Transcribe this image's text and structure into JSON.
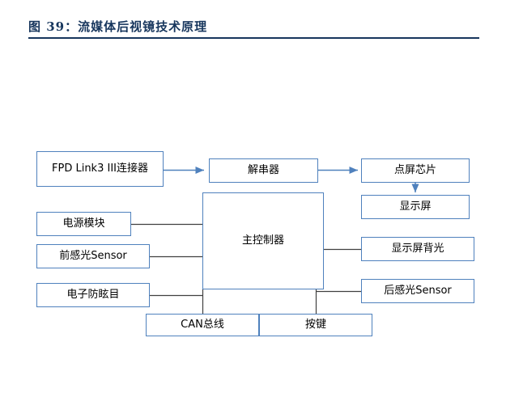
{
  "figure": {
    "title": "图 39：流媒体后视镜技术原理"
  },
  "diagram": {
    "boxes": {
      "fpd_connector": "FPD Link3 III连接器",
      "deserializer": "解串器",
      "screen_chip": "点屏芯片",
      "display": "显示屏",
      "power_module": "电源模块",
      "front_light_sensor": "前感光Sensor",
      "anti_glare": "电子防眩目",
      "main_controller": "主控制器",
      "display_backlight": "显示屏背光",
      "rear_light_sensor": "后感光Sensor",
      "can_bus": "CAN总线",
      "keys": "按键"
    },
    "colors": {
      "title": "#17365d",
      "box_border": "#4f81bd",
      "box_fill": "#ffffff",
      "arrow": "#4f81bd",
      "connector_line": "#404040"
    }
  }
}
